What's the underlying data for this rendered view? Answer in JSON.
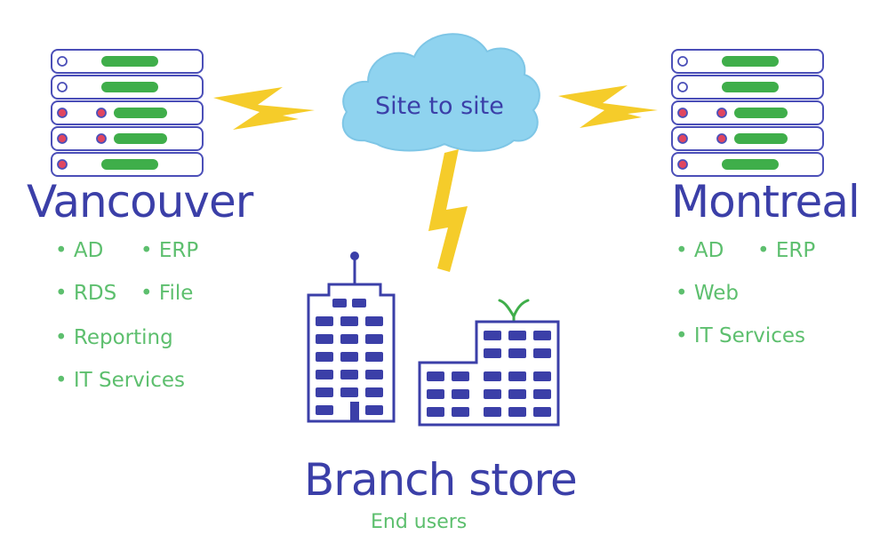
{
  "cloud": {
    "label": "Site to site"
  },
  "sites": {
    "vancouver": {
      "name": "Vancouver",
      "services": [
        "AD",
        "ERP",
        "RDS",
        "File",
        "Reporting",
        "IT Services"
      ]
    },
    "montreal": {
      "name": "Montreal",
      "services": [
        "AD",
        "ERP",
        "Web",
        "IT Services"
      ]
    }
  },
  "branch": {
    "name": "Branch store",
    "subtitle": "End users"
  },
  "colors": {
    "server_outline": "#4b4fb8",
    "server_bar": "#3fae4a",
    "server_dot_red": "#e04660",
    "cloud": "#8fd3ef",
    "bolt": "#f5cc2a",
    "building": "#3b3fa8",
    "service_text": "#5dbf6e",
    "title_text": "#3b3fa8"
  }
}
